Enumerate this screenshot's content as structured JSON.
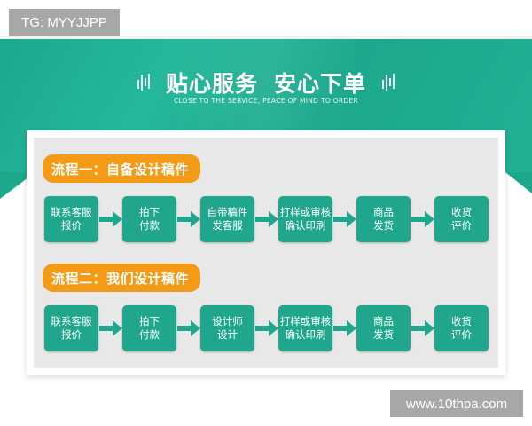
{
  "watermarks": {
    "top_left": "TG: MYYJJPP",
    "bottom_right": "www.10thpa.com"
  },
  "header": {
    "title_part1": "贴心服务",
    "title_part2": "安心下单",
    "subtitle": "CLOSE TO THE SERVICE, PEACE OF MIND TO ORDER",
    "icon_left": "sound-bars-icon",
    "icon_right": "sound-bars-icon"
  },
  "colors": {
    "banner_teal": "#1ca88d",
    "step_teal": "#1fa68c",
    "pill_orange": "#f39a16",
    "panel_gray": "#e8e8e8"
  },
  "processes": [
    {
      "title": "流程一：自备设计稿件",
      "steps": [
        {
          "line1": "联系客服",
          "line2": "报价"
        },
        {
          "line1": "拍下",
          "line2": "付款"
        },
        {
          "line1": "自带稿件",
          "line2": "发客服"
        },
        {
          "line1": "打样或审核",
          "line2": "确认印刷"
        },
        {
          "line1": "商品",
          "line2": "发货"
        },
        {
          "line1": "收货",
          "line2": "评价"
        }
      ]
    },
    {
      "title": "流程二：我们设计稿件",
      "steps": [
        {
          "line1": "联系客服",
          "line2": "报价"
        },
        {
          "line1": "拍下",
          "line2": "付款"
        },
        {
          "line1": "设计师",
          "line2": "设计"
        },
        {
          "line1": "打样或审核",
          "line2": "确认印刷"
        },
        {
          "line1": "商品",
          "line2": "发货"
        },
        {
          "line1": "收货",
          "line2": "评价"
        }
      ]
    }
  ]
}
